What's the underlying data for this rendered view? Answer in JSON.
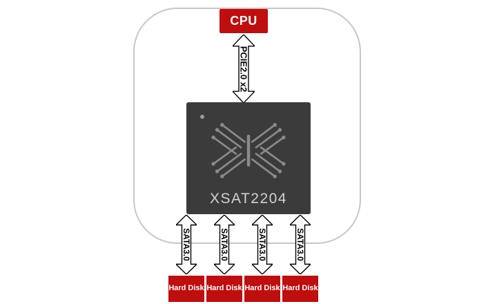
{
  "colors": {
    "accent_red": "#c00d0d",
    "chip_background": "#3b3b3b",
    "chip_text": "#d2d2d2",
    "trace_gray": "#8a8a8a",
    "frame_border": "#c6c6c6",
    "arrow_fill": "#ffffff",
    "arrow_outline": "#000000"
  },
  "cpu": {
    "label": "CPU"
  },
  "pcie_link": {
    "label": "PCIE2.0 x2"
  },
  "chip": {
    "part_number": "XSAT2204"
  },
  "sata_links": [
    {
      "label": "SATA3.0"
    },
    {
      "label": "SATA3.0"
    },
    {
      "label": "SATA3.0"
    },
    {
      "label": "SATA3.0"
    }
  ],
  "disks": [
    {
      "label": "Hard Disk"
    },
    {
      "label": "Hard Disk"
    },
    {
      "label": "Hard Disk"
    },
    {
      "label": "Hard Disk"
    }
  ]
}
